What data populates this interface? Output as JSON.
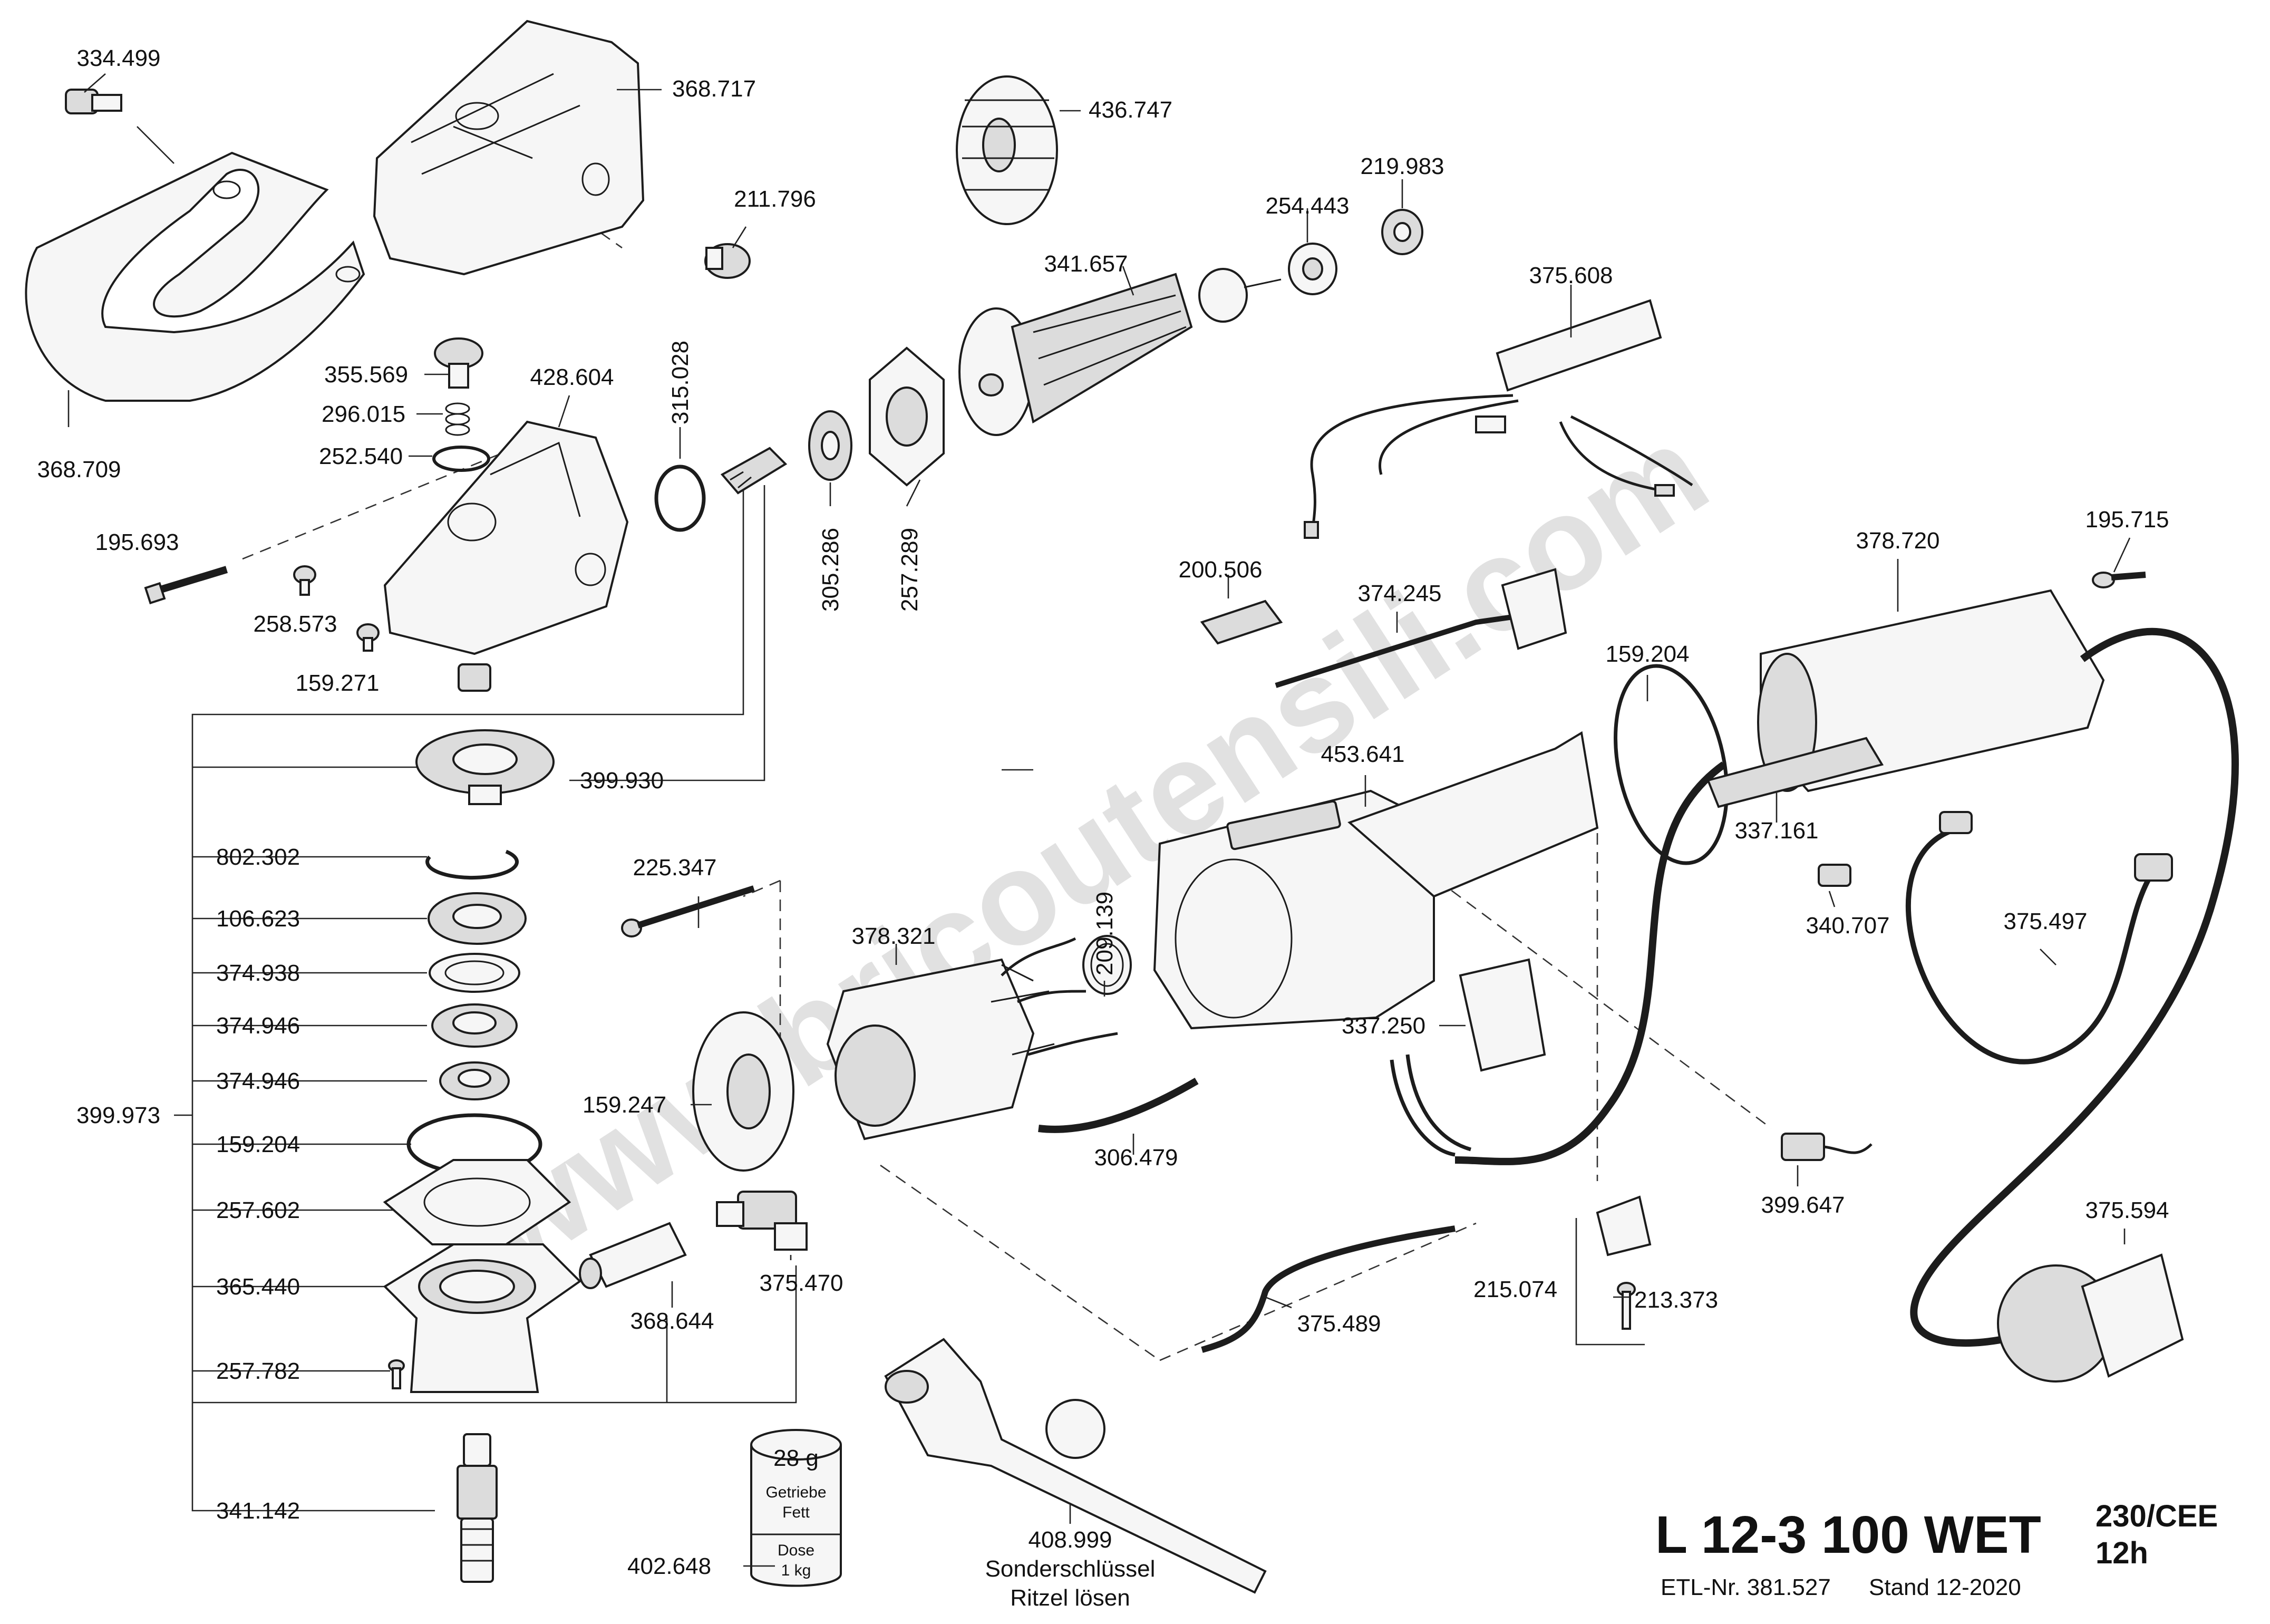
{
  "title": {
    "model": "L 12-3 100 WET",
    "variant": "230/CEE",
    "variant2": "12h",
    "etl": "ETL-Nr. 381.527",
    "stand": "Stand 12-2020"
  },
  "watermark": "www.bricoutensili.com",
  "grease_can": {
    "amount": "28 g",
    "line1": "Getriebe",
    "line2": "Fett",
    "line3": "Dose",
    "line4": "1 kg"
  },
  "special_key": {
    "line1": "Sonderschlüssel",
    "line2": "Ritzel lösen"
  },
  "parts": [
    "334.499",
    "368.717",
    "436.747",
    "211.796",
    "219.983",
    "254.443",
    "341.657",
    "375.608",
    "368.709",
    "355.569",
    "296.015",
    "252.540",
    "428.604",
    "315.028",
    "305.286",
    "257.289",
    "195.693",
    "258.573",
    "159.271",
    "200.506",
    "374.245",
    "378.720",
    "195.715",
    "159.204",
    "453.641",
    "337.161",
    "399.930",
    "802.302",
    "106.623",
    "374.938",
    "374.946",
    "374.946",
    "399.973",
    "159.204",
    "257.602",
    "365.440",
    "257.782",
    "341.142",
    "225.347",
    "209.139",
    "378.321",
    "159.247",
    "306.479",
    "337.250",
    "340.707",
    "375.497",
    "399.647",
    "375.594",
    "375.470",
    "368.644",
    "375.489",
    "215.074",
    "213.373",
    "402.648",
    "408.999"
  ]
}
